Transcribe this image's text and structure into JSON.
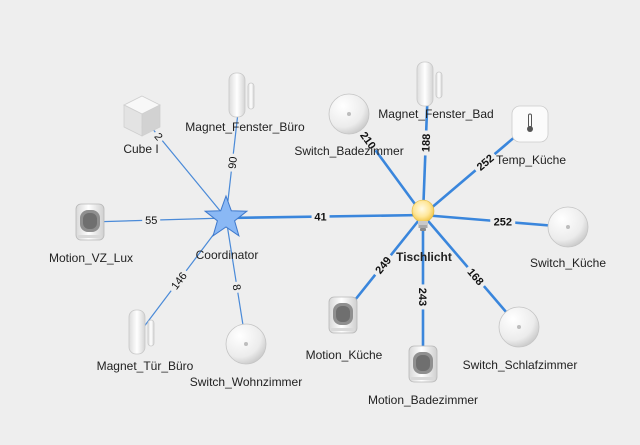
{
  "nodes": [
    {
      "id": "coordinator",
      "label": "Coordinator",
      "icon": "coordinator-star-icon"
    },
    {
      "id": "tischlicht",
      "label": "Tischlicht",
      "icon": "light-bulb-icon"
    },
    {
      "id": "cube",
      "label": "Cube I",
      "icon": "cube-icon"
    },
    {
      "id": "magnet_fenster_buero",
      "label": "Magnet_Fenster_Büro",
      "icon": "door-sensor-icon"
    },
    {
      "id": "motion_vz_lux",
      "label": "Motion_VZ_Lux",
      "icon": "motion-sensor-icon"
    },
    {
      "id": "magnet_tuer_buero",
      "label": "Magnet_Tür_Büro",
      "icon": "door-sensor-icon"
    },
    {
      "id": "switch_wohnzimmer",
      "label": "Switch_Wohnzimmer",
      "icon": "round-switch-icon"
    },
    {
      "id": "switch_badezimmer",
      "label": "Switch_Badezimmer",
      "icon": "round-switch-icon"
    },
    {
      "id": "magnet_fenster_bad",
      "label": "Magnet_Fenster_Bad",
      "icon": "door-sensor-icon"
    },
    {
      "id": "temp_kueche",
      "label": "Temp_Küche",
      "icon": "temperature-sensor-icon"
    },
    {
      "id": "switch_kueche",
      "label": "Switch_Küche",
      "icon": "round-switch-icon"
    },
    {
      "id": "switch_schlafzimmer",
      "label": "Switch_Schlafzimmer",
      "icon": "round-switch-icon"
    },
    {
      "id": "motion_badezimmer",
      "label": "Motion_Badezimmer",
      "icon": "motion-sensor-icon"
    },
    {
      "id": "motion_kueche",
      "label": "Motion_Küche",
      "icon": "motion-sensor-icon"
    }
  ],
  "edges": [
    {
      "from": "coordinator",
      "to": "cube",
      "label": "2"
    },
    {
      "from": "coordinator",
      "to": "magnet_fenster_buero",
      "label": "90"
    },
    {
      "from": "coordinator",
      "to": "motion_vz_lux",
      "label": "55"
    },
    {
      "from": "coordinator",
      "to": "magnet_tuer_buero",
      "label": "146"
    },
    {
      "from": "coordinator",
      "to": "switch_wohnzimmer",
      "label": "8"
    },
    {
      "from": "coordinator",
      "to": "tischlicht",
      "label": "41"
    },
    {
      "from": "tischlicht",
      "to": "switch_badezimmer",
      "label": "210"
    },
    {
      "from": "tischlicht",
      "to": "magnet_fenster_bad",
      "label": "188"
    },
    {
      "from": "tischlicht",
      "to": "temp_kueche",
      "label": "252"
    },
    {
      "from": "tischlicht",
      "to": "switch_kueche",
      "label": "252"
    },
    {
      "from": "tischlicht",
      "to": "switch_schlafzimmer",
      "label": "168"
    },
    {
      "from": "tischlicht",
      "to": "motion_badezimmer",
      "label": "243"
    },
    {
      "from": "tischlicht",
      "to": "motion_kueche",
      "label": "249"
    }
  ],
  "colors": {
    "thin_edge": "#4a8ad8",
    "thick_edge": "#3a86dc",
    "star": "#8ab8f5",
    "background": "#eeeeee"
  }
}
